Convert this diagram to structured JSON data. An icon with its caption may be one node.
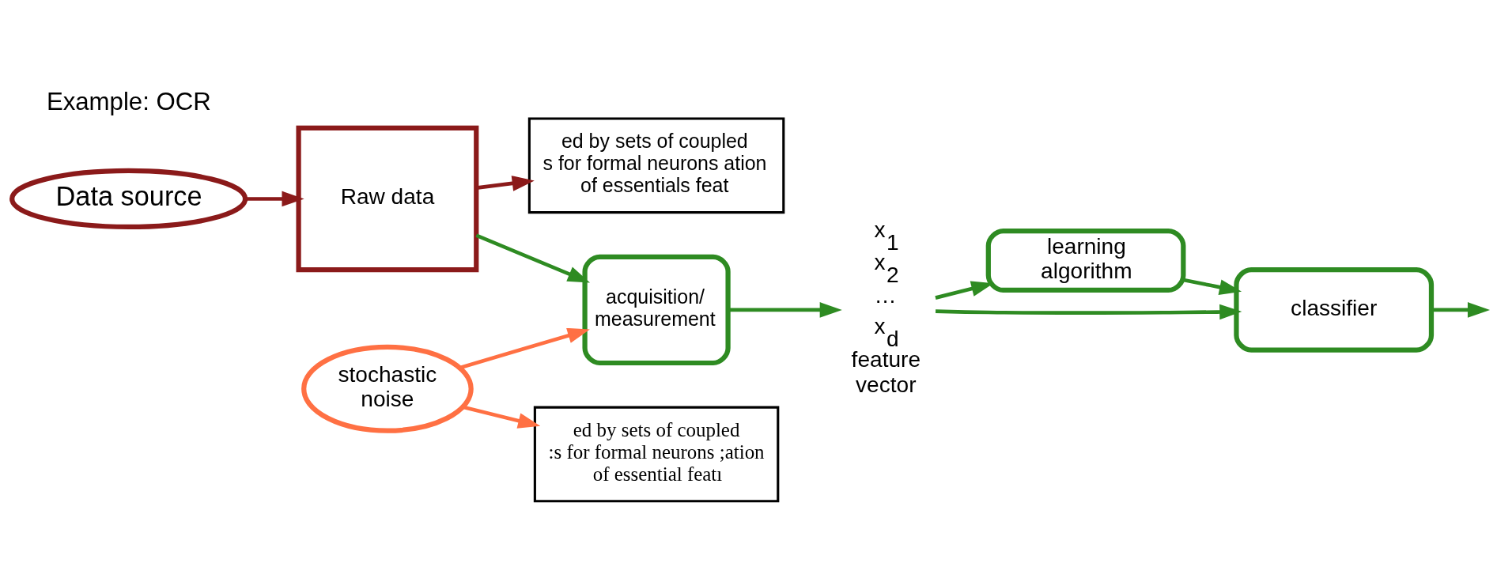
{
  "diagram": {
    "nodes": [
      {
        "text": [
          "Data source"
        ]
      },
      {
        "text": [
          "Raw data"
        ]
      },
      {
        "text": [
          "acquisition/ measurement"
        ]
      },
      {
        "text": [
          "x$_{1}$",
          "x$_{2}$",
          "…",
          "x$_{d}$"
        ],
        "beside": [
          "feature vector"
        ]
      },
      {
        "text": [
          "learning algorithm"
        ]
      },
      {
        "text": [
          "classifier"
        ]
      },
      {
        "text": [
          "stochastic noise"
        ]
      },
      {
        "text": [
          "ed by sets of coupled s for formal neurons ation of essentials feat"
        ]
      },
      {
        "text": [
          "ed by sets of coupled :s for formal neurons ;ation of essential featı"
        ]
      }
    ],
    "edges": [
      {
        "from": 0,
        "to": 1,
        "arrow": "to",
        "color": "#8b1a1a"
      },
      {
        "from": 1,
        "to": 2,
        "arrow": "to"
      },
      {
        "from": 2,
        "to": 3,
        "arrow": "to"
      },
      {
        "from": 3,
        "to": 4,
        "arrow": "to"
      },
      {
        "from": 3,
        "to": 5,
        "arrow": "to"
      },
      {
        "from": 4,
        "to": 5,
        "arrow": "to"
      },
      {
        "from": 5,
        "to": null,
        "arrow": "to"
      },
      {
        "from": 6,
        "to": 2,
        "arrow": "to",
        "color": "#ff7043"
      },
      {
        "from": 1,
        "to": 7,
        "arrow": "to",
        "color": "#8b1a1a"
      },
      {
        "from": 6,
        "to": 8,
        "arrow": "to",
        "color": "#ff7043"
      }
    ],
    "labels": [
      "Example: OCR"
    ]
  }
}
